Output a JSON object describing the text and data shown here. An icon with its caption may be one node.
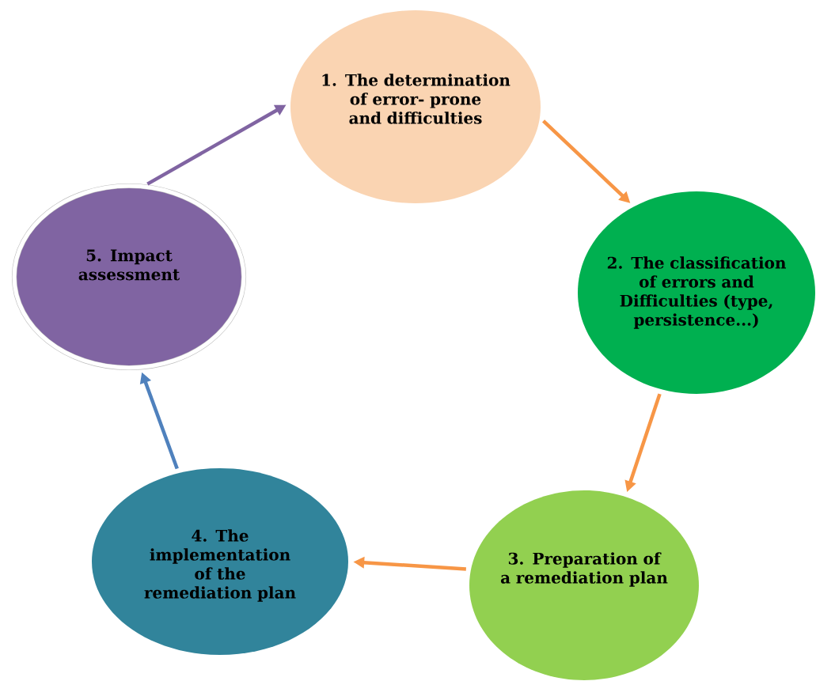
{
  "diagram": {
    "nodes": [
      {
        "text": [
          "1. The determination of error- prone and difficulties"
        ]
      },
      {
        "text": [
          "2. The classification of errors and Difficulties (type, persistence...)"
        ]
      },
      {
        "text": [
          "3. Preparation of a remediation plan"
        ]
      },
      {
        "text": [
          "4. The implementation of the remediation plan"
        ]
      },
      {
        "text": [
          "5. Impact assessment"
        ]
      }
    ],
    "edges": [
      {
        "from": 0,
        "to": 1,
        "arrow": "to"
      },
      {
        "from": 1,
        "to": 2,
        "arrow": "to"
      },
      {
        "from": 2,
        "to": 3,
        "arrow": "to"
      },
      {
        "from": 3,
        "to": 4,
        "arrow": "to",
        "color": "#4f81bd"
      },
      {
        "from": 4,
        "to": 0,
        "arrow": "to",
        "color": "#8064a2"
      }
    ]
  }
}
